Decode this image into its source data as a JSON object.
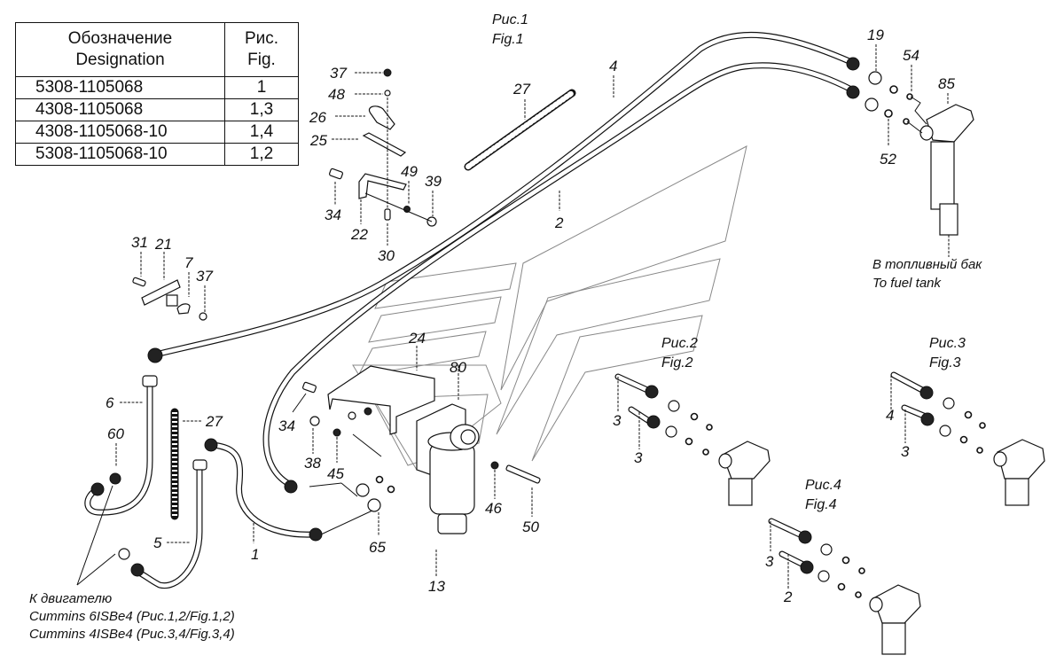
{
  "table": {
    "headers": [
      {
        "ru": "Обозначение",
        "en": "Designation"
      },
      {
        "ru": "Рис.",
        "en": "Fig."
      }
    ],
    "rows": [
      {
        "designation": "5308-1105068",
        "fig": "1"
      },
      {
        "designation": "4308-1105068",
        "fig": "1,3"
      },
      {
        "designation": "4308-1105068-10",
        "fig": "1,4"
      },
      {
        "designation": "5308-1105068-10",
        "fig": "1,2"
      }
    ]
  },
  "figures": {
    "fig1": {
      "ru": "Рис.1",
      "en": "Fig.1"
    },
    "fig2": {
      "ru": "Рис.2",
      "en": "Fig.2"
    },
    "fig3": {
      "ru": "Рис.3",
      "en": "Fig.3"
    },
    "fig4": {
      "ru": "Рис.4",
      "en": "Fig.4"
    }
  },
  "notes": {
    "fuel_tank_ru": "В топливный бак",
    "fuel_tank_en": "To fuel tank",
    "engine_ru": "К двигателю",
    "engine_6": "Cummins 6ISBe4 (Рис.1,2/Fig.1,2)",
    "engine_4": "Cummins 4ISBe4 (Рис.3,4/Fig.3,4)"
  },
  "callouts": {
    "c37a": "37",
    "c48": "48",
    "c26": "26",
    "c25": "25",
    "c34a": "34",
    "c22": "22",
    "c30": "30",
    "c49": "49",
    "c39": "39",
    "c27a": "27",
    "c4": "4",
    "c2": "2",
    "c19": "19",
    "c54": "54",
    "c85": "85",
    "c52": "52",
    "c31": "31",
    "c21": "21",
    "c7": "7",
    "c37b": "37",
    "c6": "6",
    "c60": "60",
    "c27b": "27",
    "c5": "5",
    "c1": "1",
    "c24": "24",
    "c80": "80",
    "c34b": "34",
    "c38": "38",
    "c45": "45",
    "c65": "65",
    "c13": "13",
    "c46": "46",
    "c50": "50",
    "f2_3a": "3",
    "f2_3b": "3",
    "f3_4": "4",
    "f3_3": "3",
    "f4_3": "3",
    "f4_2": "2"
  }
}
